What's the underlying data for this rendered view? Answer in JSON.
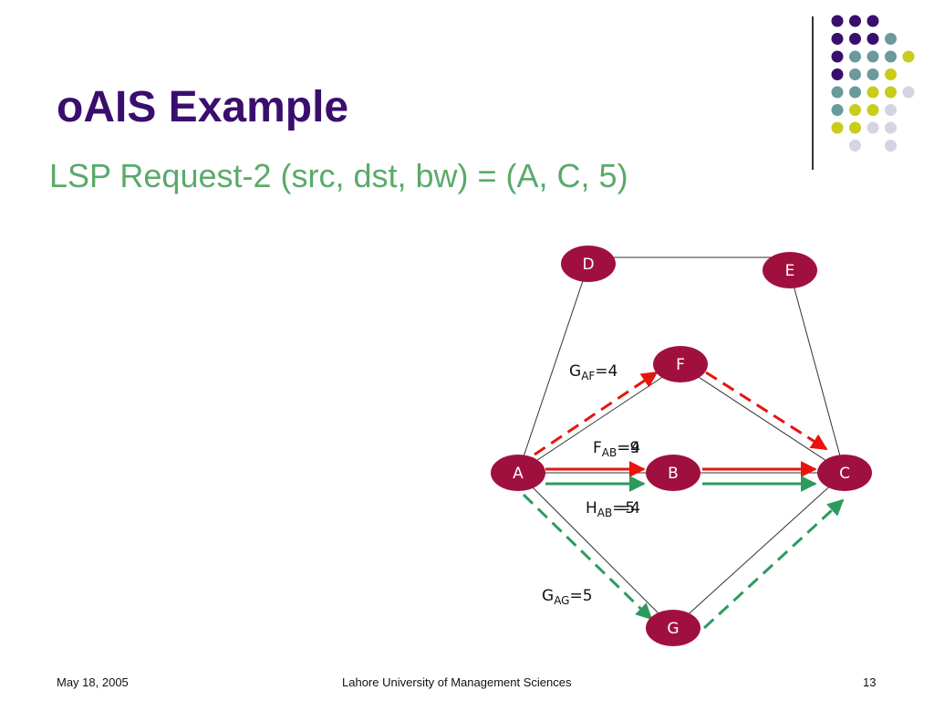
{
  "slide": {
    "title": "oAIS Example",
    "subtitle": "LSP Request-2 (src, dst, bw) = (A, C, 5)"
  },
  "footer": {
    "date": "May 18, 2005",
    "institution": "Lahore University of Management Sciences",
    "page": "13"
  },
  "colors": {
    "title": "#3a0e6e",
    "subtitle": "#5aaa6a",
    "node": "#a0103f",
    "red_path": "#e8140f",
    "green_path": "#2e9a5e",
    "dot_purple": "#3a0e6e",
    "dot_teal": "#6a9a9a",
    "dot_yellow": "#c8cc1a",
    "dot_lavender": "#d4d4e4"
  },
  "diagram": {
    "nodes": [
      "D",
      "E",
      "F",
      "A",
      "B",
      "C",
      "G"
    ],
    "labels": {
      "g_af": {
        "main": "G",
        "sub": "AF",
        "tail": "=4"
      },
      "f_ab": {
        "main": "F",
        "sub": "AB",
        "tail": "=9",
        "overlay_tail": "=4"
      },
      "h_ab": {
        "main": "H",
        "sub": "AB",
        "tail": "=5",
        "overlay_tail": "=4"
      },
      "g_ag": {
        "main": "G",
        "sub": "AG",
        "tail": "=5"
      }
    }
  }
}
